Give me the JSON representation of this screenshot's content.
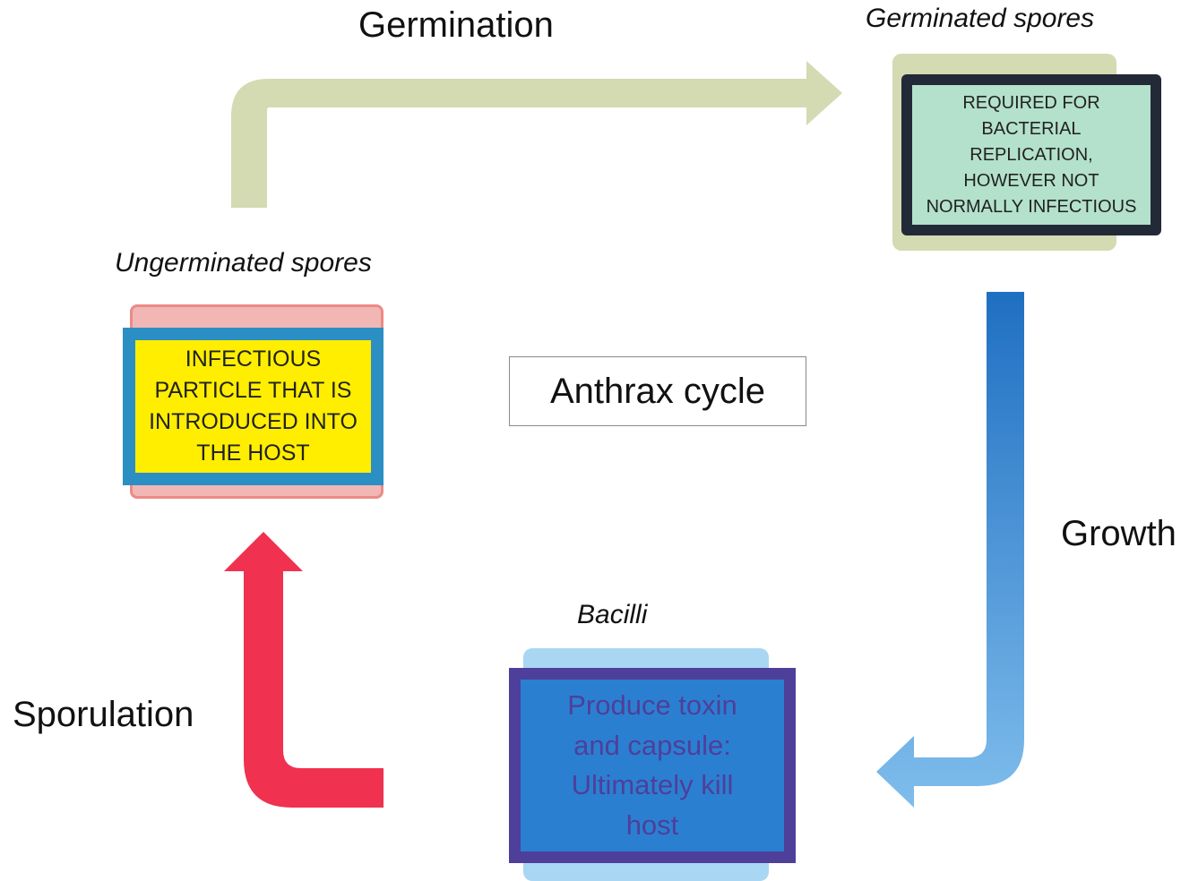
{
  "diagram": {
    "center_title": "Anthrax cycle",
    "stages": {
      "ungerminated": {
        "title": "Ungerminated spores",
        "text": "INFECTIOUS\nPARTICLE THAT IS\nINTRODUCED INTO\nTHE HOST"
      },
      "germinated": {
        "title": "Germinated spores",
        "text": "REQUIRED FOR\nBACTERIAL\nREPLICATION,\nHOWEVER NOT\nNORMALLY INFECTIOUS"
      },
      "bacilli": {
        "title": "Bacilli",
        "text": "Produce toxin\nand capsule:\nUltimately kill\nhost"
      }
    },
    "processes": {
      "germination": "Germination",
      "growth": "Growth",
      "sporulation": "Sporulation"
    }
  },
  "colors": {
    "germination_arrow": "#d4dab2",
    "growth_arrow_dark": "#1f6fc2",
    "growth_arrow_light": "#7fbdec",
    "sporulation_arrow": "#f0314f",
    "ungerminated_face": "#ffee00",
    "ungerminated_border": "#2b8fc4",
    "germinated_face": "#b3e1cc",
    "bacilli_face": "#2b7fd1"
  }
}
